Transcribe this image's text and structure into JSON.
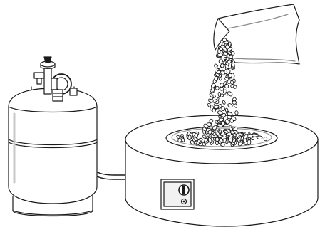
{
  "illustration": {
    "components": [
      {
        "id": "propane-tank",
        "icon": "propane-tank-icon"
      },
      {
        "id": "tank-valve-regulator",
        "icon": "valve-regulator-icon"
      },
      {
        "id": "gas-hose",
        "icon": "hose-icon"
      },
      {
        "id": "fire-pit-bowl",
        "icon": "fire-pit-icon"
      },
      {
        "id": "control-panel",
        "icon": "ignition-knob-icon"
      },
      {
        "id": "lava-rock-bag",
        "icon": "bag-icon"
      },
      {
        "id": "lava-rocks-pouring",
        "icon": "rocks-icon"
      }
    ],
    "colors": {
      "stroke": "#1a1a1a",
      "fill": "#ffffff",
      "shade": "#e9e9e9"
    }
  }
}
